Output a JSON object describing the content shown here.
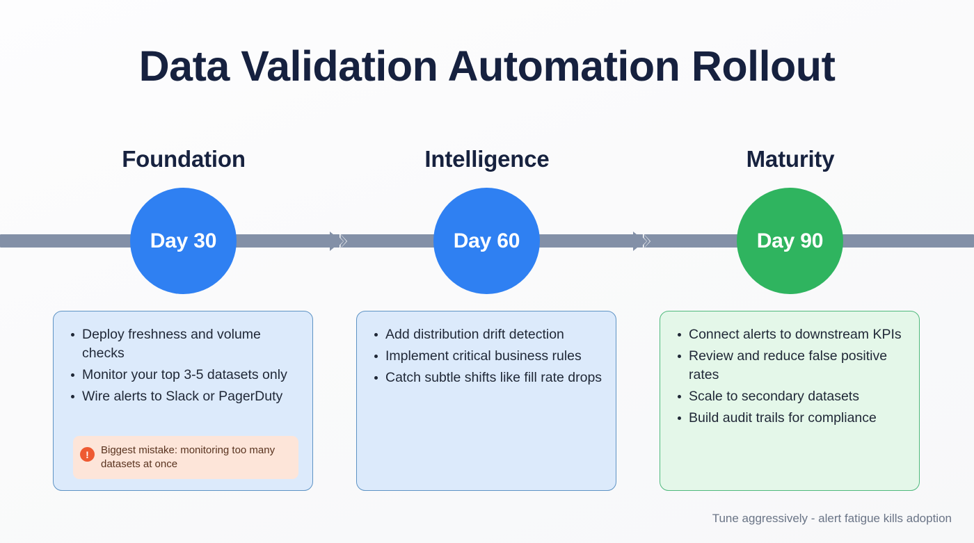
{
  "title": "Data Validation Automation Rollout",
  "colors": {
    "title": "#16213f",
    "timeline": "#8390a7",
    "blue_circle": "#2f80f2",
    "green_circle": "#2fb45f",
    "card_blue_bg": "#dceafb",
    "card_blue_border": "#5e93c4",
    "card_green_bg": "#e4f7e9",
    "card_green_border": "#4fb97c",
    "warning_bg": "#fde5d9",
    "warning_icon": "#ee5a32",
    "footer": "#6a7486"
  },
  "timeline": {
    "arrow_icon_1": "chevron-right-arrow-icon",
    "arrow_icon_2": "chevron-right-arrow-icon"
  },
  "stages": [
    {
      "heading": "Foundation",
      "milestone": "Day 30",
      "circle_color": "#2f80f2",
      "card_variant": "blue",
      "bullets": [
        "Deploy freshness and volume checks",
        "Monitor your top 3-5 datasets only",
        "Wire alerts to Slack or PagerDuty"
      ],
      "warning": {
        "icon": "exclamation-circle-icon",
        "text": "Biggest mistake: monitoring too many datasets at once"
      }
    },
    {
      "heading": "Intelligence",
      "milestone": "Day 60",
      "circle_color": "#2f80f2",
      "card_variant": "blue",
      "bullets": [
        "Add distribution drift detection",
        "Implement critical business rules",
        "Catch subtle shifts like fill rate drops"
      ],
      "warning": null
    },
    {
      "heading": "Maturity",
      "milestone": "Day 90",
      "circle_color": "#2fb45f",
      "card_variant": "green",
      "bullets": [
        "Connect alerts to downstream KPIs",
        "Review and reduce false positive rates",
        "Scale to secondary datasets",
        "Build audit trails for compliance"
      ],
      "warning": null
    }
  ],
  "footer": "Tune aggressively - alert fatigue kills adoption"
}
